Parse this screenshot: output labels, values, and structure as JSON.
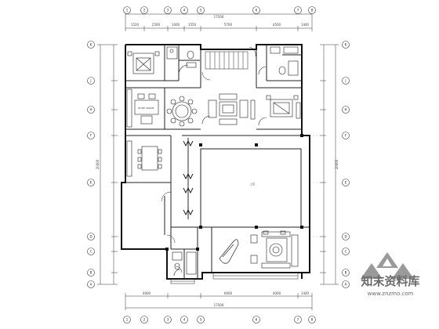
{
  "plan": {
    "dimensions": {
      "top_overall": "17500",
      "top_segments": [
        "1520",
        "2500",
        "1000",
        "1550",
        "5700",
        "4500",
        "1440"
      ],
      "bottom_overall": "17500",
      "bottom_segments": [
        "4000",
        "6600",
        "4000",
        "1440"
      ],
      "left_overall": "20400",
      "right_overall": "20400"
    },
    "grid_bubbles": {
      "top": [
        "1",
        "2",
        "3",
        "4",
        "5",
        "6",
        "7",
        "8"
      ],
      "bottom": [
        "1",
        "2",
        "3",
        "4",
        "5",
        "6",
        "7",
        "8"
      ],
      "left": [
        "K",
        "J",
        "H",
        "F",
        "E",
        "D",
        "C",
        "B",
        "A"
      ],
      "right": [
        "K",
        "J",
        "H",
        "F",
        "E",
        "D",
        "C",
        "B",
        "A"
      ]
    },
    "room_labels": {
      "study": "STUDY ROOM",
      "void": "上空"
    }
  },
  "watermark": {
    "brand_cn": "知末资料库",
    "url": "www.znzmo.com"
  }
}
